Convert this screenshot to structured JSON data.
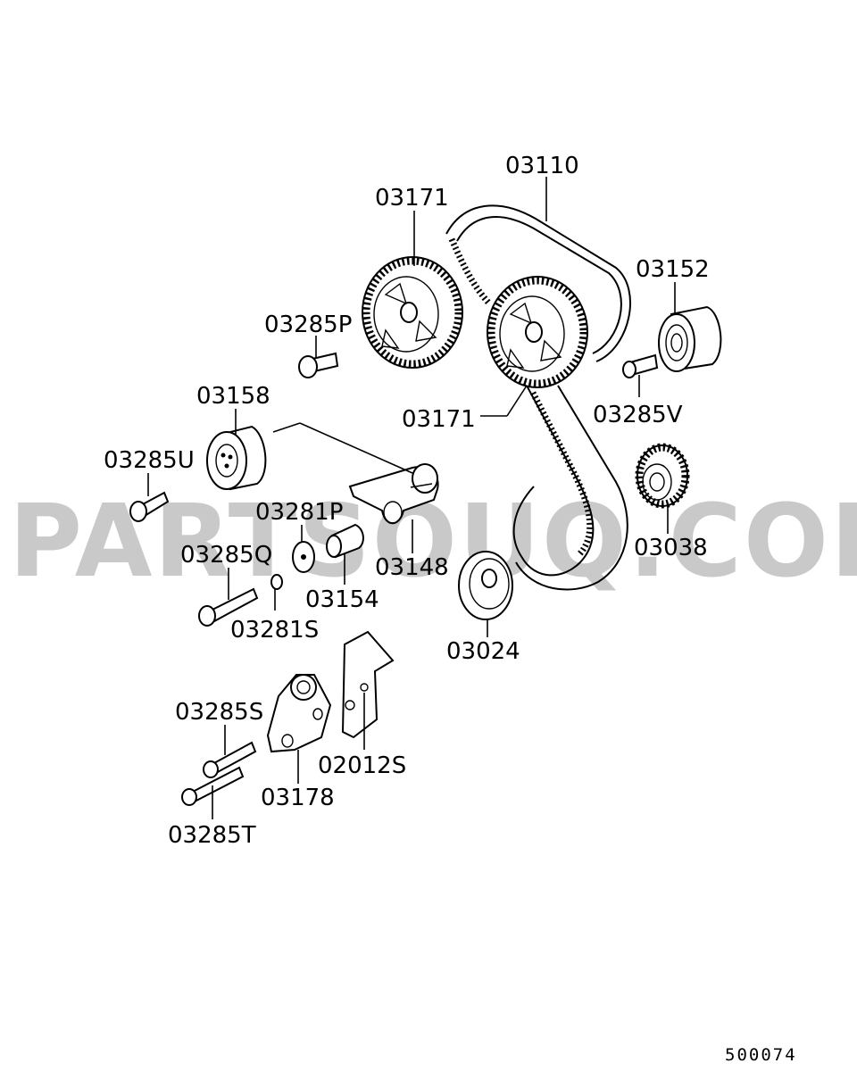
{
  "watermark": "PARTSOUQ.COM",
  "diagram_code": "500074",
  "callouts": {
    "timing_belt": "03110",
    "camshaft_sprocket_left": "03171",
    "camshaft_sprocket_right": "03171",
    "idler_pulley": "03152",
    "bolt_03285P": "03285P",
    "bolt_03285V": "03285V",
    "tensioner_pulley": "03158",
    "bolt_03285U": "03285U",
    "tensioner_arm": "03148",
    "washer_03281P": "03281P",
    "spacer": "03154",
    "crank_sprocket": "03038",
    "bolt_03285Q": "03285Q",
    "washer_03281S": "03281S",
    "flange": "03024",
    "bracket": "02012S",
    "bolt_03285S": "03285S",
    "auto_tensioner": "03178",
    "bolt_03285T": "03285T"
  }
}
